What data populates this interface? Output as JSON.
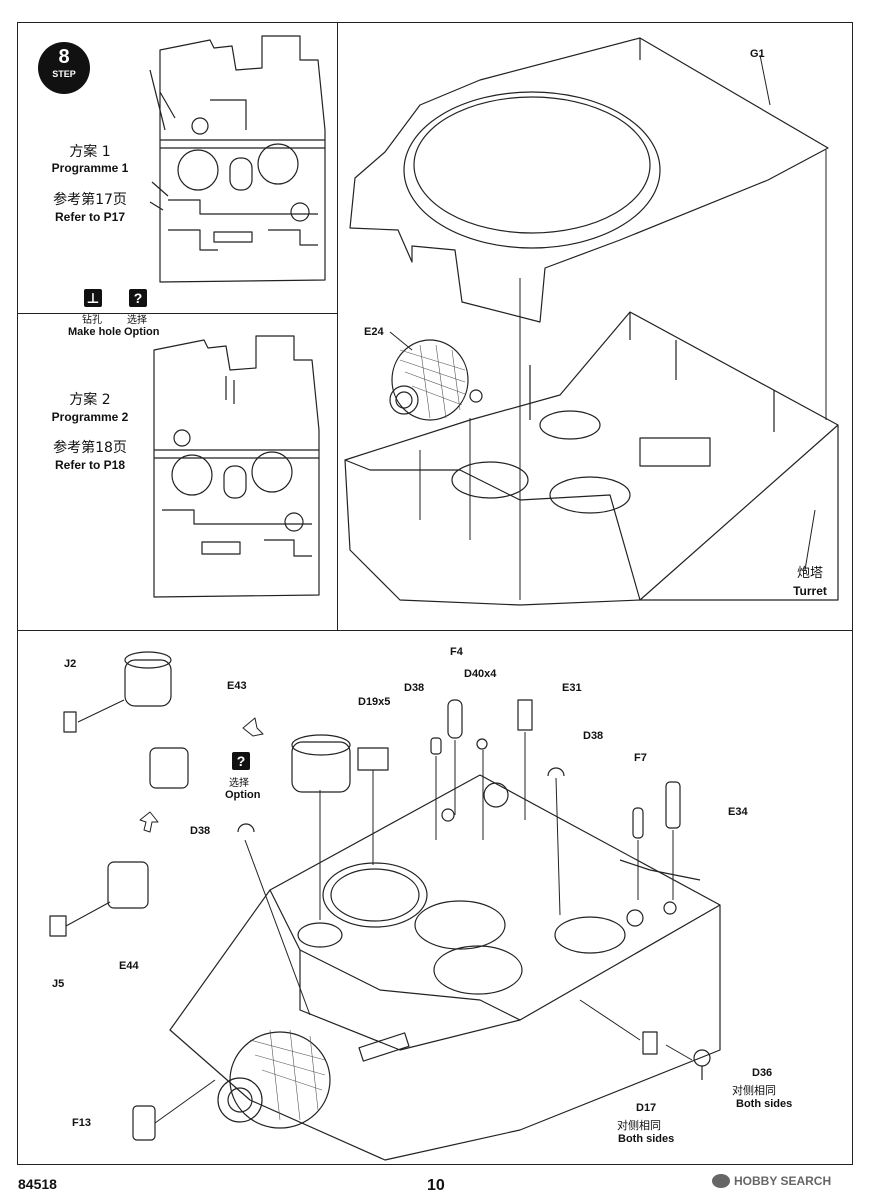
{
  "step": {
    "number": "8",
    "label": "STEP"
  },
  "programme1": {
    "cn": "方案 1",
    "en": "Programme 1",
    "ref_cn": "参考第17页",
    "ref_en": "Refer to P17"
  },
  "programme2": {
    "cn": "方案 2",
    "en": "Programme 2",
    "ref_cn": "参考第18页",
    "ref_en": "Refer to P18"
  },
  "legend": {
    "drill": {
      "cn": "钻孔",
      "en": "Make hole",
      "icon": "drill-icon"
    },
    "option": {
      "cn": "选择",
      "en": "Option",
      "icon": "question-icon",
      "symbol": "?"
    }
  },
  "turret_assembly": {
    "parts": {
      "g1": "G1",
      "e24": "E24"
    },
    "turret_cn": "炮塔",
    "turret_en": "Turret"
  },
  "detail_assembly": {
    "parts": {
      "j2": "J2",
      "e43": "E43",
      "f4": "F4",
      "d38_top": "D38",
      "d40": "D40x4",
      "e31": "E31",
      "d19": "D19x5",
      "d38_right": "D38",
      "f7": "F7",
      "e34": "E34",
      "d38_left": "D38",
      "j5": "J5",
      "e44": "E44",
      "f13": "F13",
      "d17": "D17",
      "d36": "D36"
    },
    "option_cn": "选择",
    "option_en": "Option",
    "both_sides_cn": "对侧相同",
    "both_sides_en": "Both sides"
  },
  "footer": {
    "product_code": "84518",
    "page_number": "10",
    "watermark": "HOBBY SEARCH"
  }
}
